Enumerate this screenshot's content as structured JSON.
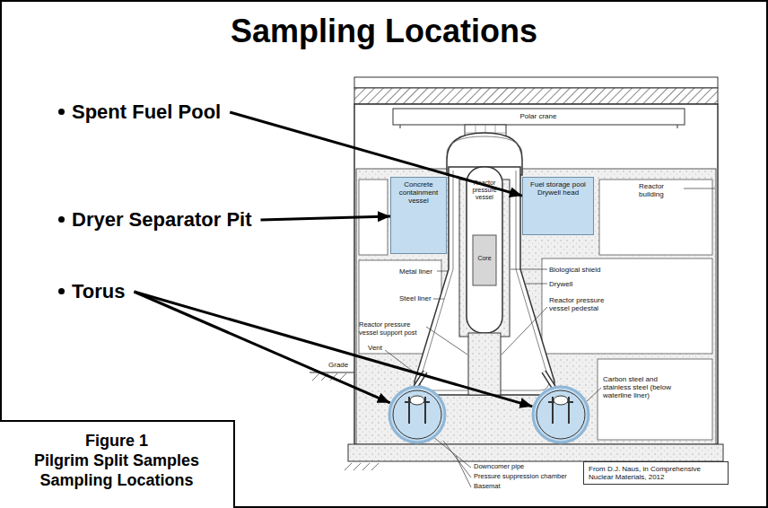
{
  "diagram": {
    "title": "Sampling Locations",
    "nodes": [
      {
        "text": [
          "Spent Fuel Pool"
        ]
      },
      {
        "text": [
          "Dryer Separator Pit"
        ]
      },
      {
        "text": [
          "Torus"
        ]
      },
      {
        "text": [
          "Concrete containment vessel"
        ]
      },
      {
        "text": [
          "Fuel storage pool",
          "Drywell head"
        ]
      },
      {
        "text": []
      },
      {
        "text": []
      },
      {
        "text": [
          "Figure 1",
          "Pilgrim Split Samples Sampling Locations"
        ]
      }
    ],
    "edges": [
      {
        "from": 0,
        "to": 4,
        "arrow": "to"
      },
      {
        "from": 1,
        "to": 3,
        "arrow": "to"
      },
      {
        "from": 2,
        "to": 5,
        "arrow": "to"
      },
      {
        "from": 2,
        "to": 6,
        "arrow": "to"
      }
    ],
    "labels": [
      "Polar crane",
      "Reactor building",
      "Reactor pressure vessel",
      "Metal liner",
      "Biological shield",
      "Core",
      "Drywell",
      "Steel liner",
      "Reactor pressure vessel pedestal",
      "Reactor pressure vessel support post",
      "Vent",
      "Grade",
      "Carbon steel and stainless steel (below waterline liner)",
      "Downcomer pipe",
      "Pressure suppression chamber",
      "Basemat",
      "From D.J. Naus, in Comprehensive Nuclear Materials, 2012"
    ]
  }
}
